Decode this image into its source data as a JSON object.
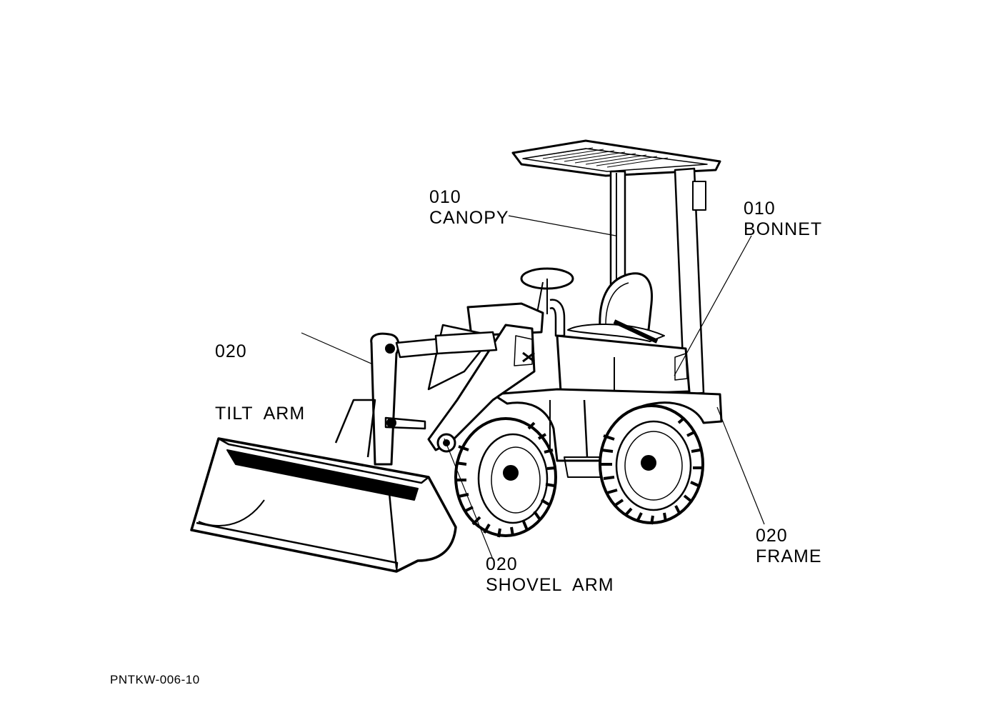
{
  "callouts": {
    "canopy": {
      "part_no": "010",
      "name": "CANOPY"
    },
    "bonnet": {
      "part_no": "010",
      "name": "BONNET"
    },
    "tilt_arm": {
      "part_no": "020",
      "name": "TILT  ARM"
    },
    "shovel_arm": {
      "part_no": "020",
      "name": "SHOVEL  ARM"
    },
    "frame": {
      "part_no": "020",
      "name": "FRAME"
    }
  },
  "drawing_code": "PNTKW-006-10"
}
